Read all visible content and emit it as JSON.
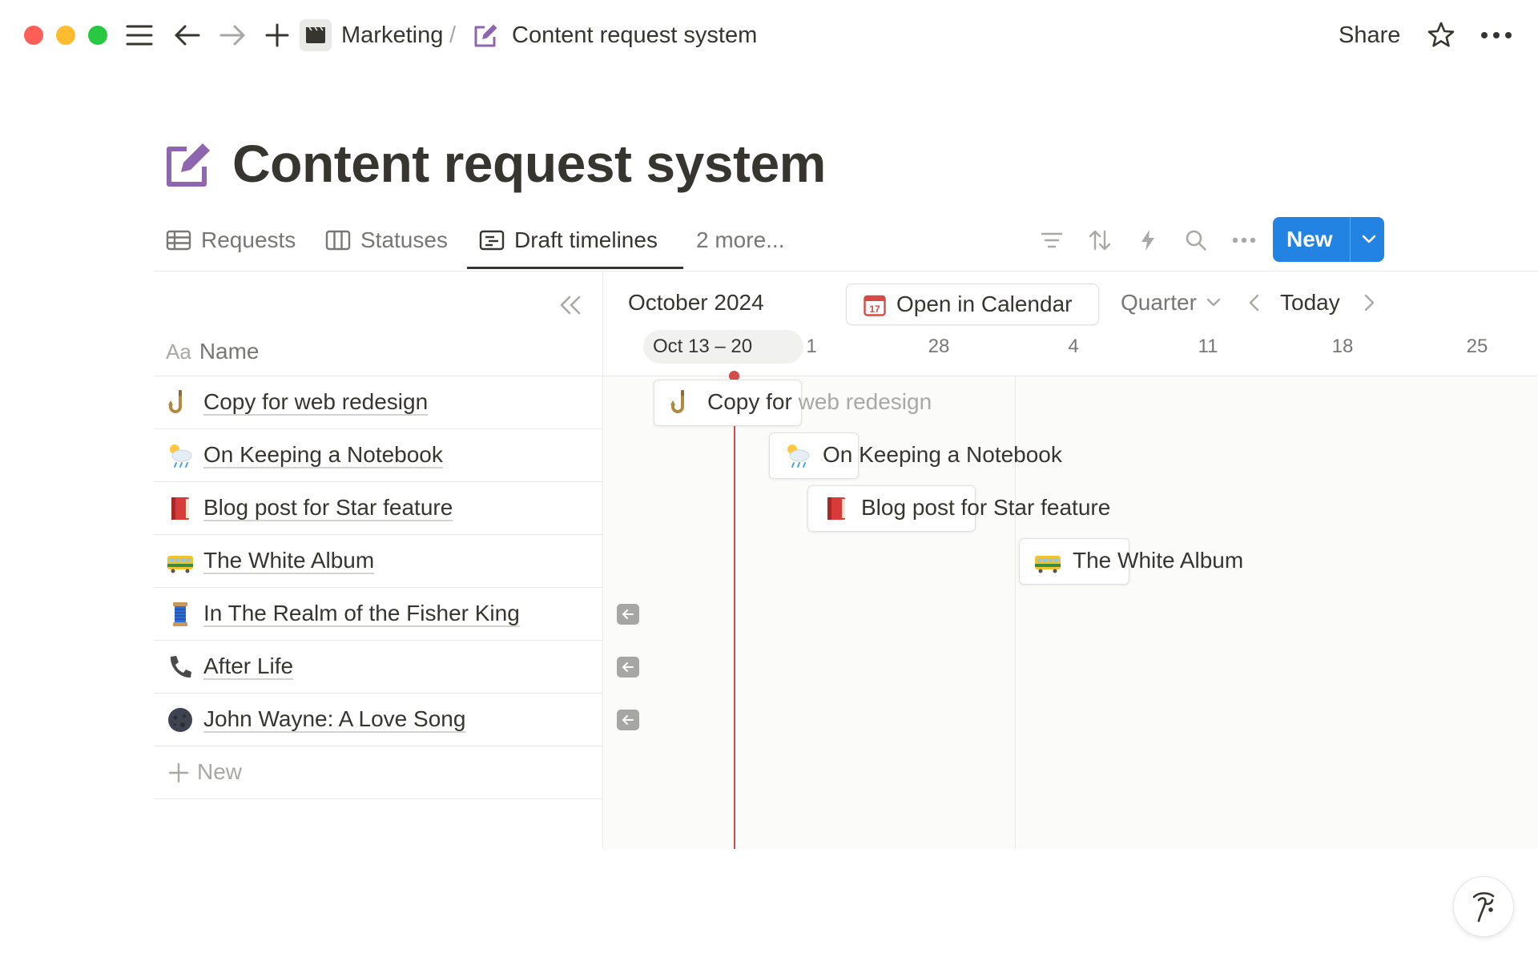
{
  "titlebar": {
    "traffic_colors": [
      "#ff5f57",
      "#febc2e",
      "#28c840"
    ],
    "breadcrumb_parent": "Marketing",
    "breadcrumb_sep": "/",
    "breadcrumb_page": "Content request system",
    "share_label": "Share"
  },
  "page": {
    "title": "Content request system",
    "icon": "edit-note-icon"
  },
  "tabs": [
    {
      "label": "Requests",
      "icon": "table-icon"
    },
    {
      "label": "Statuses",
      "icon": "board-icon"
    },
    {
      "label": "Draft timelines",
      "icon": "timeline-icon",
      "active": true
    }
  ],
  "more_tabs_label": "2 more...",
  "toolbar": {
    "new_label": "New",
    "accent": "#2383e2"
  },
  "table": {
    "name_header_prefix": "Aa",
    "name_header": "Name",
    "rows": [
      {
        "name": "Copy for web redesign",
        "emoji": "hook-icon"
      },
      {
        "name": "On Keeping a Notebook",
        "emoji": "cloud-rain-icon"
      },
      {
        "name": "Blog post for Star feature",
        "emoji": "red-book-icon"
      },
      {
        "name": "The White Album",
        "emoji": "tram-icon"
      },
      {
        "name": "In The Realm of the Fisher King",
        "emoji": "thread-spool-icon"
      },
      {
        "name": "After Life",
        "emoji": "telephone-icon"
      },
      {
        "name": "John Wayne: A Love Song",
        "emoji": "new-moon-face-icon"
      }
    ],
    "add_label": "New"
  },
  "timeline": {
    "month_label": "October 2024",
    "open_calendar_label": "Open in Calendar",
    "calendar_day": "17",
    "range_label": "Quarter",
    "today_label": "Today",
    "current_week": "Oct 13 – 20",
    "week_ticks": [
      "28",
      "4",
      "11",
      "18",
      "25"
    ],
    "today_color": "#d44c47",
    "cards": [
      {
        "label_visible": "Copy for ",
        "label_faded": "web redesign"
      },
      {
        "label_visible": "On Keeping a Notebook",
        "label_faded": ""
      },
      {
        "label_visible": "Blog post for Star feature",
        "label_faded": ""
      },
      {
        "label_visible": "The White Album",
        "label_faded": ""
      }
    ]
  }
}
